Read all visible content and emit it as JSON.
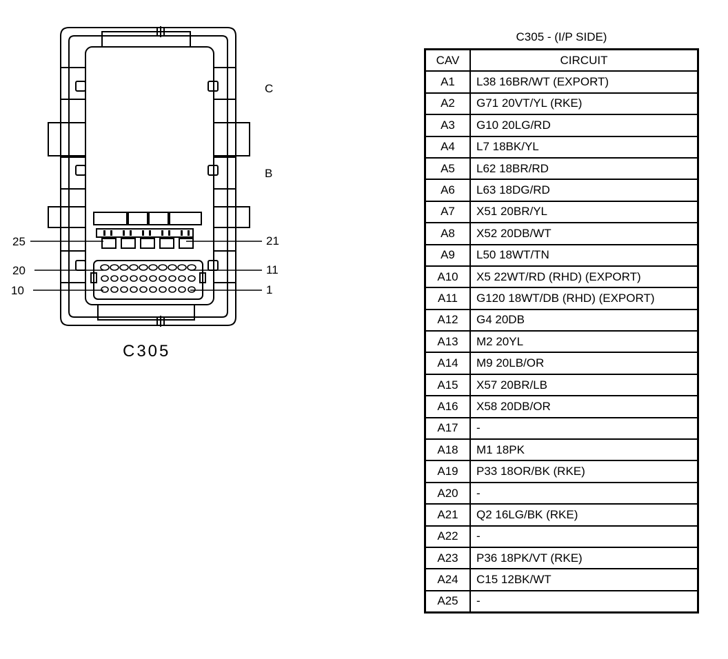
{
  "connector": {
    "name": "C305",
    "side_labels": [
      "C",
      "B"
    ],
    "pin_labels": [
      "25",
      "20",
      "10",
      "21",
      "11",
      "1"
    ]
  },
  "table": {
    "title": "C305 - (I/P SIDE)",
    "headers": [
      "CAV",
      "CIRCUIT"
    ],
    "rows": [
      {
        "cav": "A1",
        "circuit": "L38 16BR/WT (EXPORT)"
      },
      {
        "cav": "A2",
        "circuit": "G71 20VT/YL (RKE)"
      },
      {
        "cav": "A3",
        "circuit": "G10 20LG/RD"
      },
      {
        "cav": "A4",
        "circuit": "L7 18BK/YL"
      },
      {
        "cav": "A5",
        "circuit": "L62 18BR/RD"
      },
      {
        "cav": "A6",
        "circuit": "L63 18DG/RD"
      },
      {
        "cav": "A7",
        "circuit": "X51 20BR/YL"
      },
      {
        "cav": "A8",
        "circuit": "X52 20DB/WT"
      },
      {
        "cav": "A9",
        "circuit": "L50 18WT/TN"
      },
      {
        "cav": "A10",
        "circuit": "X5 22WT/RD (RHD) (EXPORT)"
      },
      {
        "cav": "A11",
        "circuit": "G120 18WT/DB (RHD) (EXPORT)"
      },
      {
        "cav": "A12",
        "circuit": "G4 20DB"
      },
      {
        "cav": "A13",
        "circuit": "M2 20YL"
      },
      {
        "cav": "A14",
        "circuit": "M9 20LB/OR"
      },
      {
        "cav": "A15",
        "circuit": "X57 20BR/LB"
      },
      {
        "cav": "A16",
        "circuit": "X58 20DB/OR"
      },
      {
        "cav": "A17",
        "circuit": "-"
      },
      {
        "cav": "A18",
        "circuit": "M1 18PK"
      },
      {
        "cav": "A19",
        "circuit": "P33 18OR/BK (RKE)"
      },
      {
        "cav": "A20",
        "circuit": "-"
      },
      {
        "cav": "A21",
        "circuit": "Q2 16LG/BK (RKE)"
      },
      {
        "cav": "A22",
        "circuit": "-"
      },
      {
        "cav": "A23",
        "circuit": "P36 18PK/VT (RKE)"
      },
      {
        "cav": "A24",
        "circuit": "C15 12BK/WT"
      },
      {
        "cav": "A25",
        "circuit": "-"
      }
    ]
  }
}
